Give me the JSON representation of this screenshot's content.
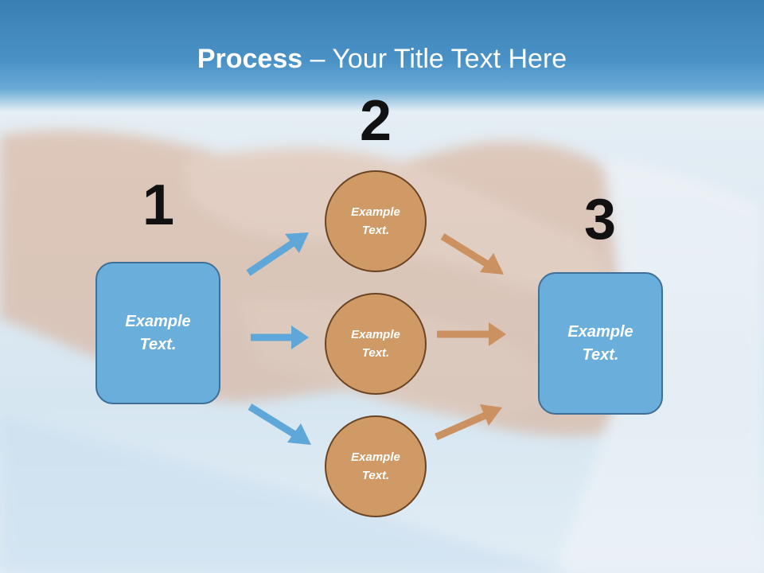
{
  "slide": {
    "title_bold": "Process",
    "title_rest": " – Your Title Text Here",
    "steps": [
      {
        "number": "1",
        "box_text": "Example\nText."
      },
      {
        "number": "2",
        "circles": [
          "Example\nText.",
          "Example\nText.",
          "Example\nText."
        ]
      },
      {
        "number": "3",
        "box_text": "Example\nText."
      }
    ],
    "colors": {
      "header_blue": "#4a92c6",
      "box_fill": "#6aaedb",
      "box_border": "#3f6f97",
      "circle_fill": "#cf9a66",
      "circle_border": "#6b4424",
      "blue_arrow": "#5fa7d8",
      "orange_arrow": "#cc9160"
    }
  }
}
